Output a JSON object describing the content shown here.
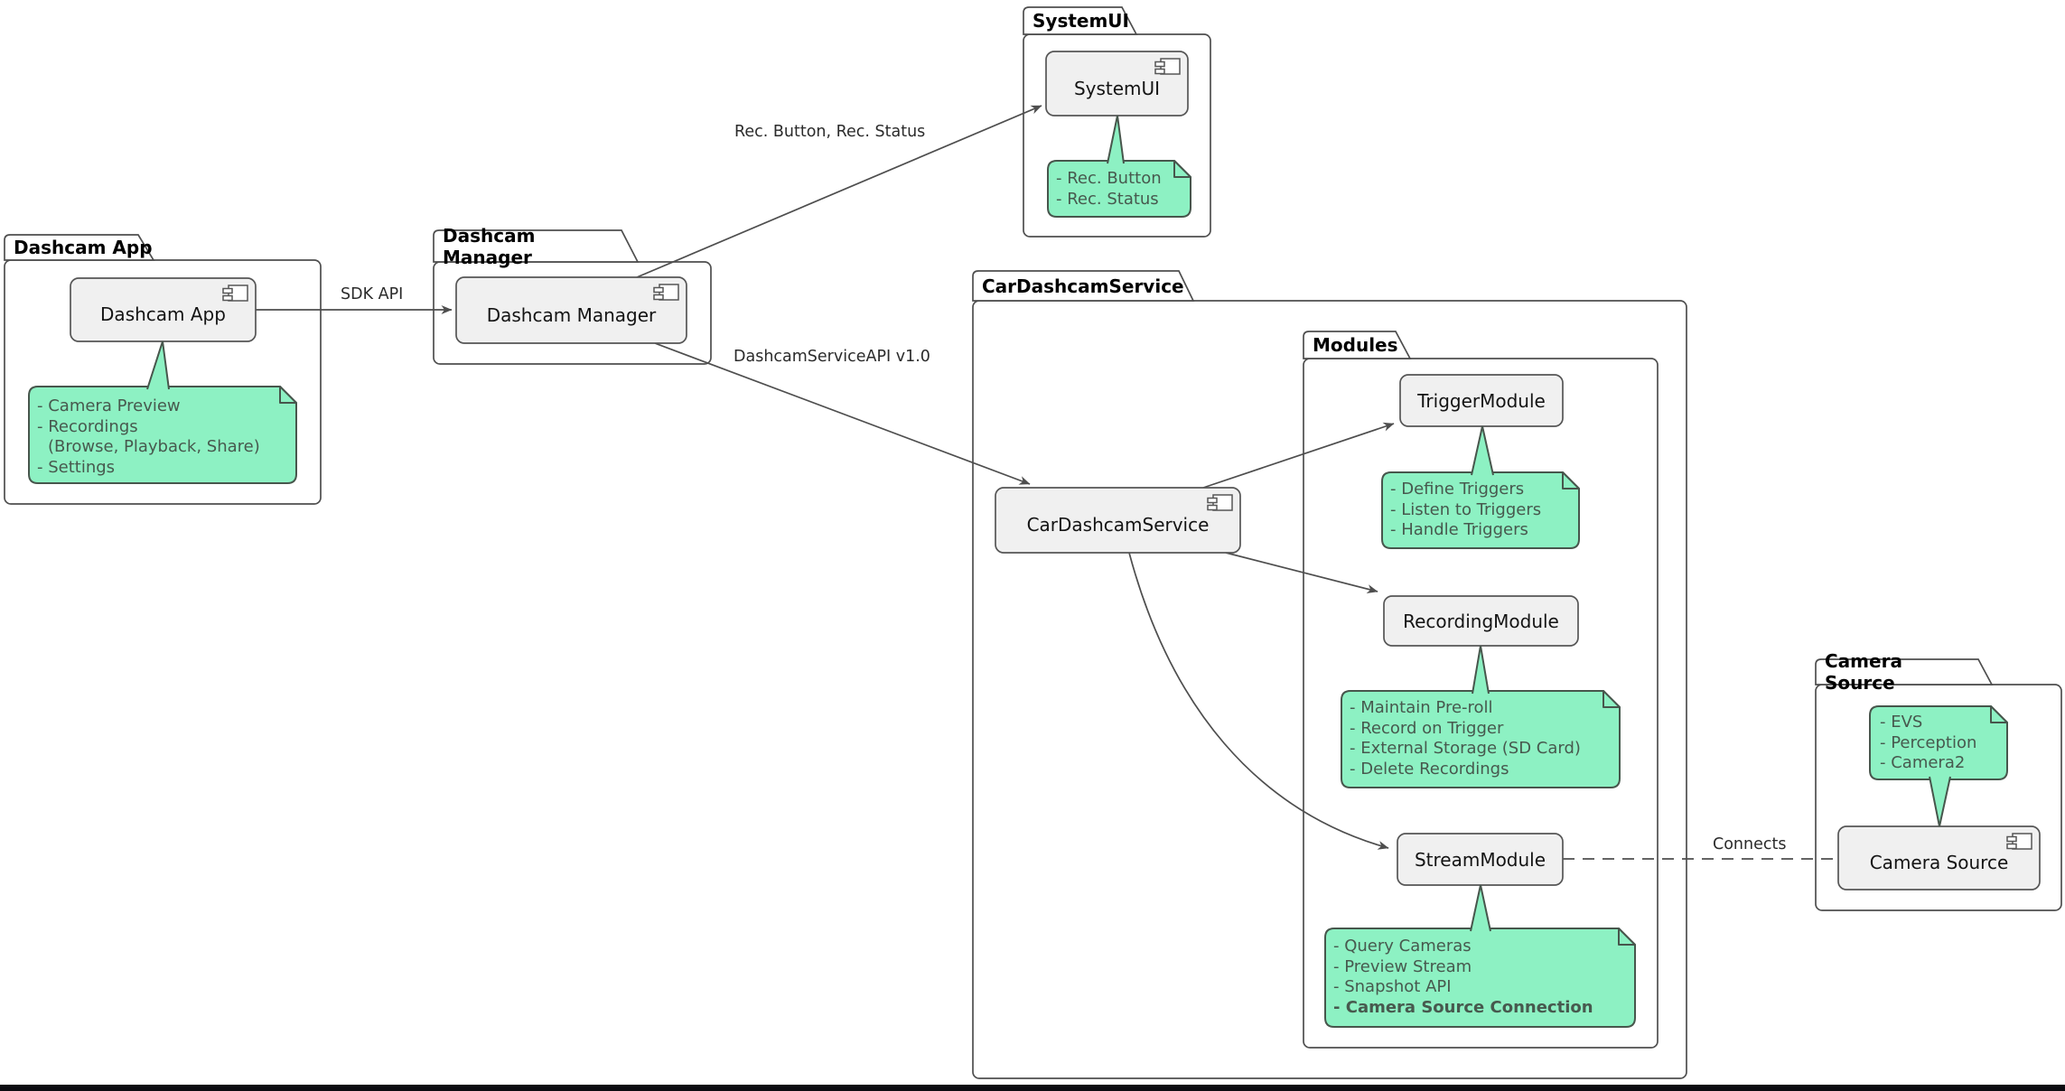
{
  "diagram": {
    "packages": {
      "dashcam_app": {
        "title": "Dashcam App"
      },
      "dashcam_manager": {
        "title": "Dashcam Manager"
      },
      "systemui": {
        "title": "SystemUI"
      },
      "car_dashcam_service": {
        "title": "CarDashcamService"
      },
      "modules": {
        "title": "Modules"
      },
      "camera_source": {
        "title": "Camera Source"
      }
    },
    "components": {
      "dashcam_app": {
        "label": "Dashcam App"
      },
      "dashcam_manager": {
        "label": "Dashcam Manager"
      },
      "systemui": {
        "label": "SystemUI"
      },
      "car_dashcam_service": {
        "label": "CarDashcamService"
      },
      "trigger_module": {
        "label": "TriggerModule"
      },
      "recording_module": {
        "label": "RecordingModule"
      },
      "stream_module": {
        "label": "StreamModule"
      },
      "camera_source": {
        "label": "Camera Source"
      }
    },
    "notes": {
      "dashcam_app": {
        "lines": [
          "- Camera Preview",
          "- Recordings",
          "(Browse, Playback, Share)",
          "- Settings"
        ]
      },
      "systemui": {
        "lines": [
          "- Rec. Button",
          "- Rec. Status"
        ]
      },
      "trigger_module": {
        "lines": [
          "- Define Triggers",
          "- Listen to Triggers",
          "- Handle Triggers"
        ]
      },
      "recording_module": {
        "lines": [
          "- Maintain Pre-roll",
          "- Record on Trigger",
          "- External Storage (SD Card)",
          "- Delete Recordings"
        ]
      },
      "stream_module": {
        "lines": [
          "- Query Cameras",
          "- Preview Stream",
          "- Snapshot API",
          "- Camera Source Connection"
        ]
      },
      "camera_source": {
        "lines": [
          "- EVS",
          "- Perception",
          "- Camera2"
        ]
      }
    },
    "edge_labels": {
      "sdk_api": "SDK API",
      "rec_button_status": "Rec. Button, Rec. Status",
      "dashcam_service_api": "DashcamServiceAPI v1.0",
      "connects": "Connects"
    },
    "colors": {
      "note_fill": "#8DF1C3",
      "note_stroke": "#47564C",
      "note_text": "#47594E",
      "component_fill": "#F0F0F0",
      "line": "#4E4E4E",
      "bottom_bar": "#0B0B10"
    }
  }
}
